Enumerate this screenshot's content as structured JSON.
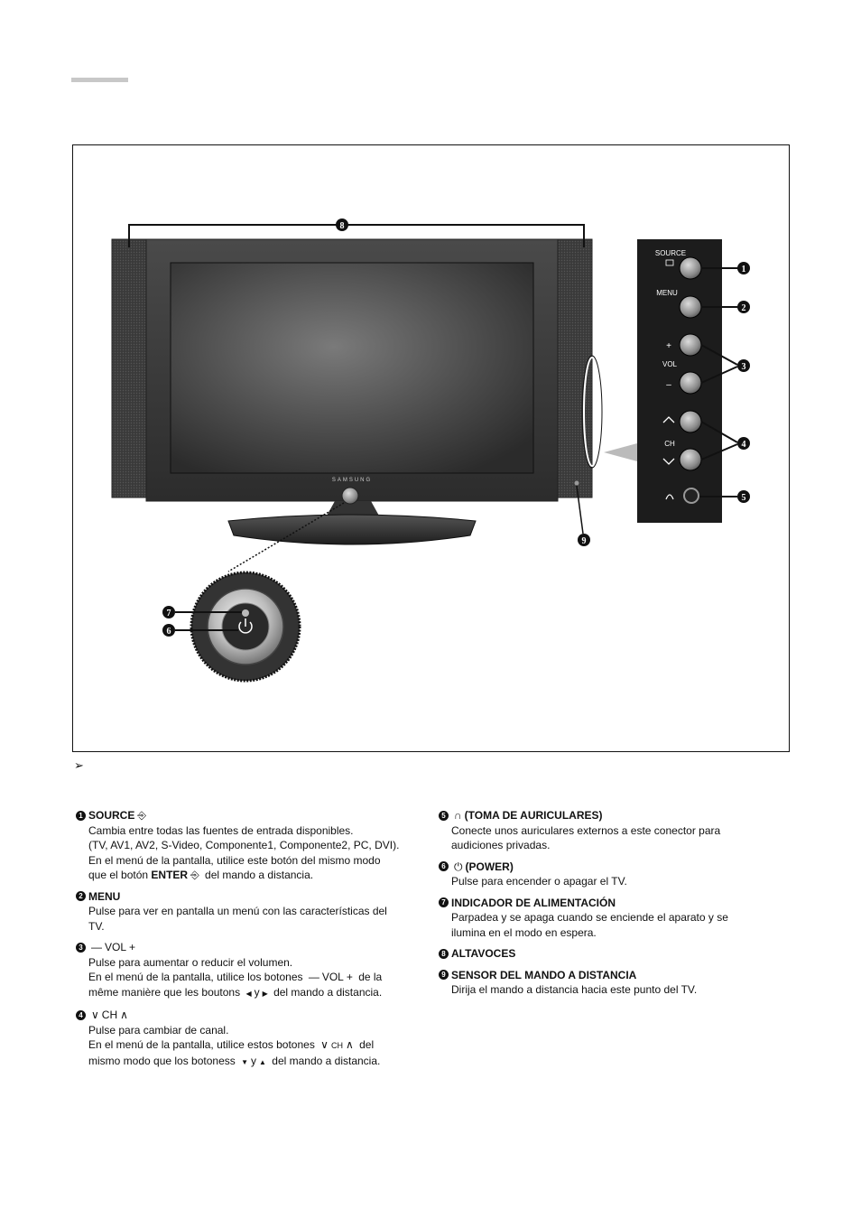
{
  "figure": {
    "brand": "SAMSUNG",
    "panel_labels": {
      "source": "SOURCE",
      "menu": "MENU",
      "vol": "VOL",
      "ch": "CH",
      "plus": "+",
      "minus": "–"
    },
    "callouts": [
      "1",
      "2",
      "3",
      "4",
      "5",
      "6",
      "7",
      "8",
      "9"
    ]
  },
  "note_symbol": "➢",
  "items_left": [
    {
      "num": "1",
      "title": "SOURCE",
      "lines": [
        "Cambia entre todas las fuentes de entrada disponibles.",
        "(TV, AV1, AV2, S-Video, Componente1, Componente2, PC, DVI).",
        "En el menú de la pantalla, utilice este botón del mismo modo"
      ],
      "last_line": {
        "pre": "que el botón ",
        "bold": "ENTER",
        "post": " del mando a distancia."
      }
    },
    {
      "num": "2",
      "title": "MENU",
      "lines": [
        "Pulse para ver en pantalla un menú con las características del",
        "TV."
      ]
    },
    {
      "num": "3",
      "title": "VOL",
      "lines": [
        "Pulse para aumentar o reducir el volumen."
      ],
      "line_b": {
        "pre": "En el menú de la pantalla, utilice los botones ",
        "mid": "VOL",
        "post": " de la"
      },
      "line_c": {
        "pre": "même manière que les boutons ",
        "y": "y",
        "post": " del mando a distancia."
      }
    },
    {
      "num": "4",
      "title": "CH",
      "lines": [
        "Pulse para cambiar de canal."
      ],
      "line_b": {
        "pre": "En el menú de la pantalla, utilice estos botones ",
        "mid": "CH",
        "post": " del"
      },
      "line_c": {
        "pre": "mismo modo que los botoness ",
        "y": "y",
        "post": " del mando a distancia."
      }
    }
  ],
  "items_right": [
    {
      "num": "5",
      "title": "(TOMA DE AURICULARES)",
      "lines": [
        "Conecte unos auriculares externos a este conector para",
        "audiciones privadas."
      ]
    },
    {
      "num": "6",
      "title": "(POWER)",
      "lines": [
        "Pulse para encender o apagar el TV."
      ]
    },
    {
      "num": "7",
      "title": "INDICADOR DE ALIMENTACIÓN",
      "lines": [
        "Parpadea y se apaga cuando se enciende el aparato y se",
        "ilumina en el modo en espera."
      ]
    },
    {
      "num": "8",
      "title": "ALTAVOCES",
      "lines": []
    },
    {
      "num": "9",
      "title": "SENSOR DEL MANDO A DISTANCIA",
      "lines": [
        "Dirija el mando a distancia hacia este punto del TV."
      ]
    }
  ]
}
